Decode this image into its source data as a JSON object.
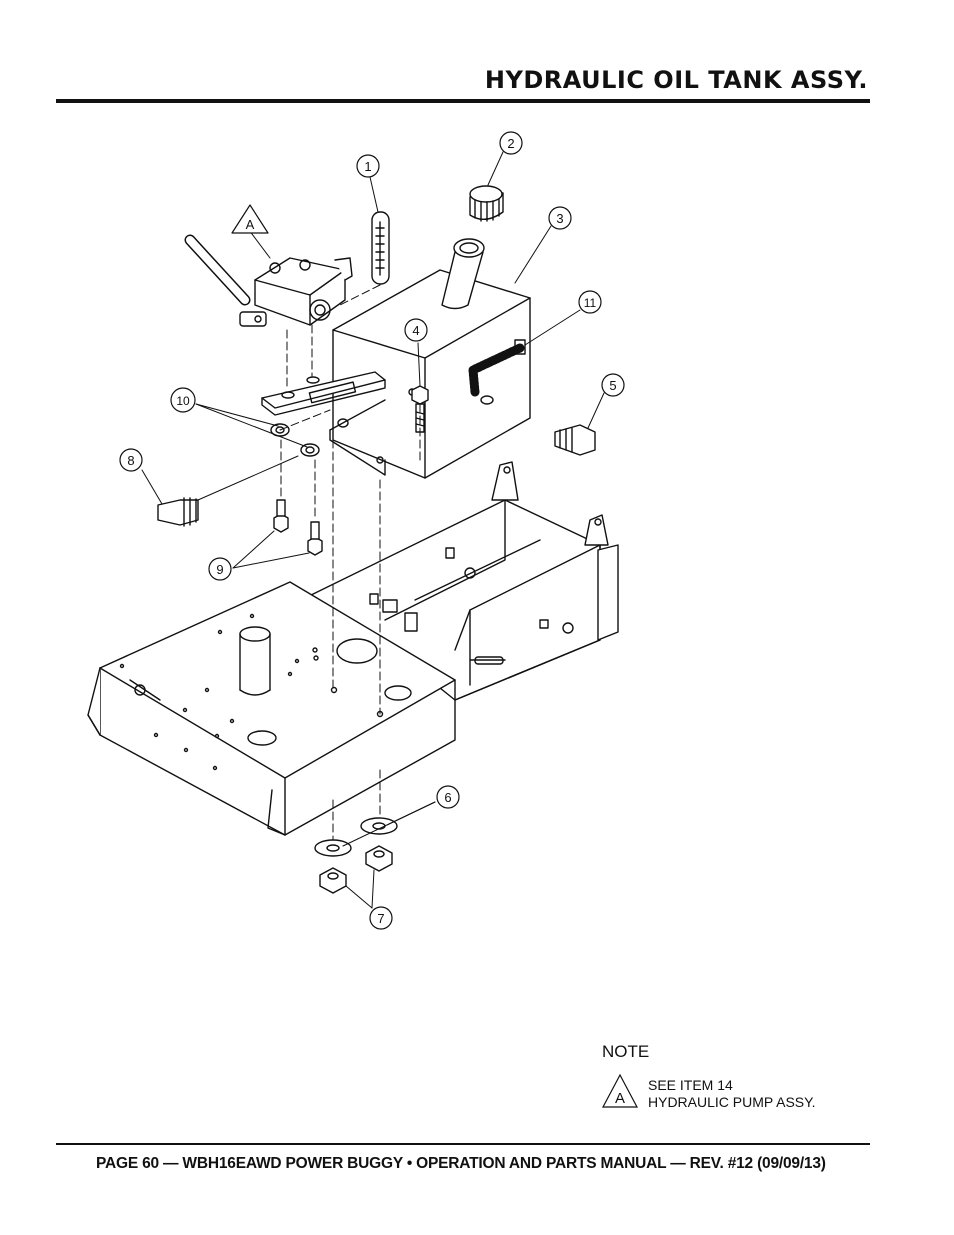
{
  "header": {
    "title": "HYDRAULIC OIL TANK ASSY."
  },
  "callouts": {
    "item1": "1",
    "item2": "2",
    "item3": "3",
    "item4": "4",
    "item5": "5",
    "item6": "6",
    "item7": "7",
    "item8": "8",
    "item9": "9",
    "item10": "10",
    "item11": "11",
    "ref_a": "A"
  },
  "note": {
    "heading": "NOTE",
    "symbol": "A",
    "line1": "SEE ITEM 14",
    "line2": "HYDRAULIC PUMP ASSY."
  },
  "footer": {
    "text": "PAGE 60 — WBH16EAWD POWER BUGGY • OPERATION AND PARTS MANUAL — REV. #12 (09/09/13)"
  }
}
